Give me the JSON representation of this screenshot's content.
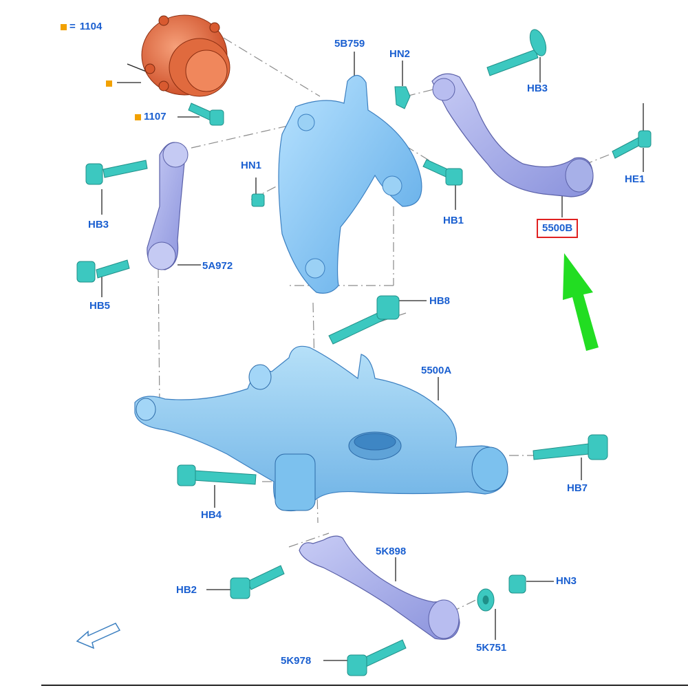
{
  "legend": {
    "symbol": "=",
    "part": "1104"
  },
  "labels": {
    "p1104": "1104",
    "p1107": "1107",
    "p5B759": "5B759",
    "pHN2": "HN2",
    "pHB3_top": "HB3",
    "pHN1": "HN1",
    "pHB1": "HB1",
    "pHE1": "HE1",
    "pHB3_left": "HB3",
    "p5500B": "5500B",
    "p5A972": "5A972",
    "pHB5": "HB5",
    "pHB8": "HB8",
    "p5500A": "5500A",
    "pHB7": "HB7",
    "pHB4": "HB4",
    "p5K898": "5K898",
    "pHN3": "HN3",
    "pHB2": "HB2",
    "p5K751": "5K751",
    "p5K978": "5K978"
  },
  "colors": {
    "label_text": "#1a5fd0",
    "highlight_box": "#e02020",
    "arrow": "#22dd22",
    "hub_part": "#e8643c",
    "knuckle_part": "#7fc4f2",
    "arm_part": "#9aa3e6",
    "fastener": "#3cc8c0",
    "marker": "#f2a100"
  },
  "icons": {
    "direction": "direction-arrow-icon",
    "pointer": "green-arrow-icon"
  }
}
